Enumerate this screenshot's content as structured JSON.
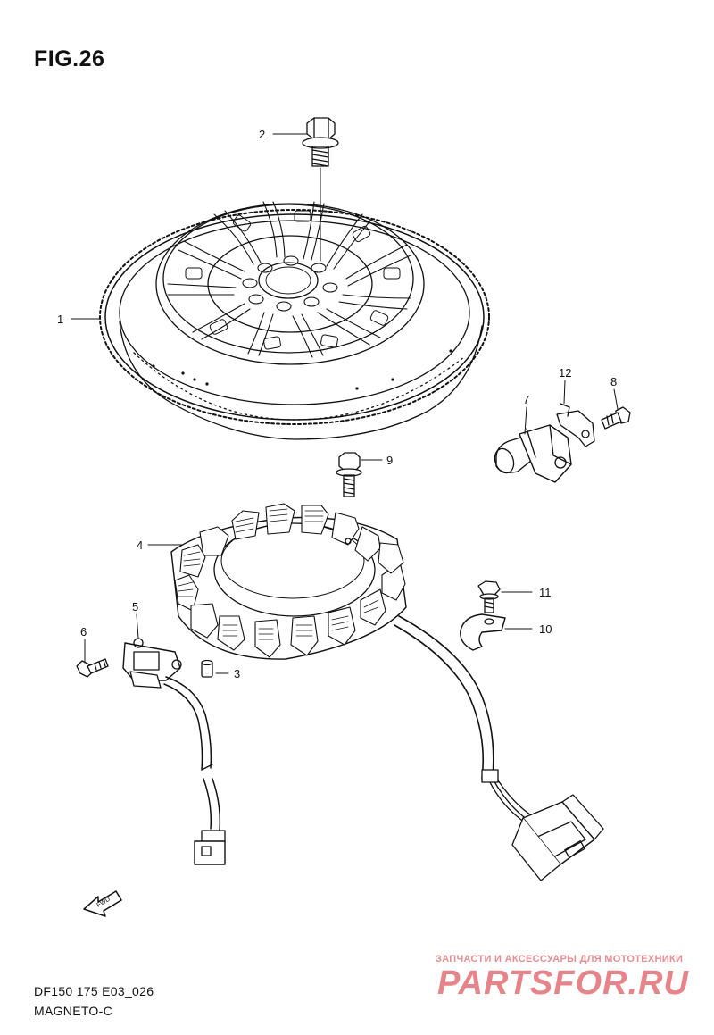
{
  "figure": {
    "title": "FIG.26"
  },
  "callouts": [
    {
      "id": "1",
      "part": "flywheel"
    },
    {
      "id": "2",
      "part": "flywheel-bolt"
    },
    {
      "id": "3",
      "part": "dowel-pin"
    },
    {
      "id": "4",
      "part": "stator"
    },
    {
      "id": "5",
      "part": "pulser-coil"
    },
    {
      "id": "6",
      "part": "pulser-screw"
    },
    {
      "id": "7",
      "part": "sensor"
    },
    {
      "id": "8",
      "part": "sensor-screw"
    },
    {
      "id": "9",
      "part": "stator-bolt"
    },
    {
      "id": "10",
      "part": "clamp"
    },
    {
      "id": "11",
      "part": "clamp-bolt"
    },
    {
      "id": "12",
      "part": "sensor-bracket"
    }
  ],
  "fwd_label": "FWD",
  "footer": {
    "code": "DF150 175 E03_026",
    "name": "MAGNETO-C"
  },
  "watermark": {
    "tagline": "ЗАПЧАСТИ И АКСЕССУАРЫ ДЛЯ МОТОТЕХНИКИ",
    "logo": "PARTSFOR.RU"
  }
}
